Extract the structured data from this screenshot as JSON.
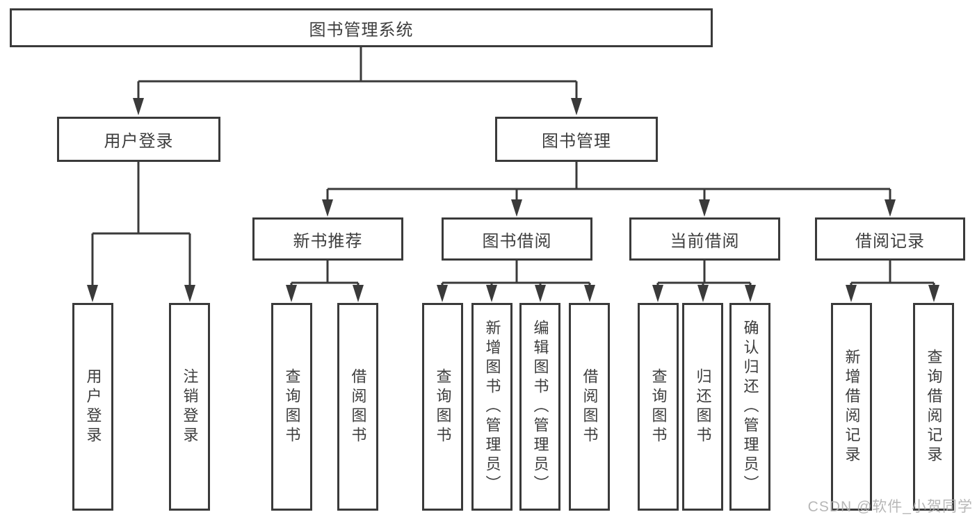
{
  "diagram_type": "hierarchy-tree",
  "tree": {
    "root": "图书管理系统",
    "branches": [
      {
        "label": "用户登录",
        "children": [
          {
            "label": "用户登录"
          },
          {
            "label": "注销登录"
          }
        ]
      },
      {
        "label": "图书管理",
        "children": [
          {
            "label": "新书推荐",
            "children": [
              {
                "label": "查询图书"
              },
              {
                "label": "借阅图书"
              }
            ]
          },
          {
            "label": "图书借阅",
            "children": [
              {
                "label": "查询图书"
              },
              {
                "label": "新增图书（管理员）"
              },
              {
                "label": "编辑图书（管理员）"
              },
              {
                "label": "借阅图书"
              }
            ]
          },
          {
            "label": "当前借阅",
            "children": [
              {
                "label": "查询图书"
              },
              {
                "label": "归还图书"
              },
              {
                "label": "确认归还（管理员）"
              }
            ]
          },
          {
            "label": "借阅记录",
            "children": [
              {
                "label": "新增借阅记录"
              },
              {
                "label": "查询借阅记录"
              }
            ]
          }
        ]
      }
    ]
  },
  "watermark": "CSDN @软件_小贺同学",
  "colors": {
    "line": "#3a3a3a",
    "text": "#3d3d3d",
    "watermark": "#b0b0b0",
    "background": "#ffffff"
  }
}
